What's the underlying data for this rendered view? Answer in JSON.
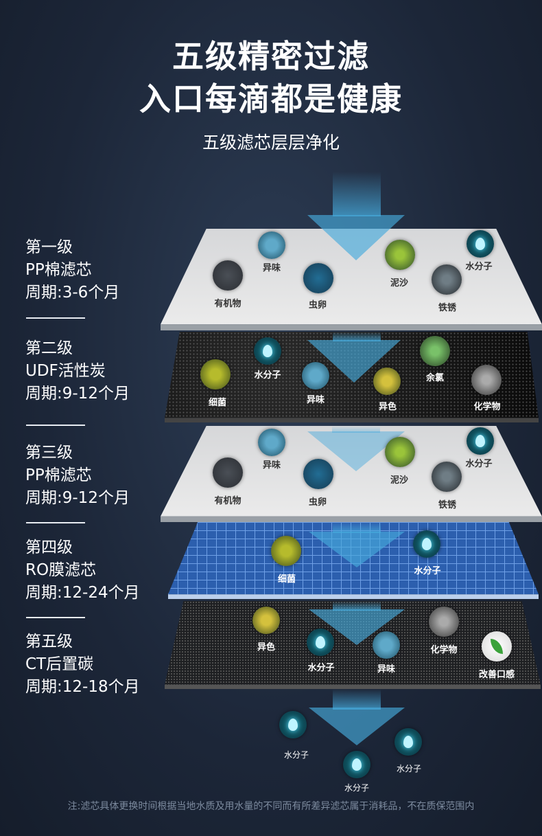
{
  "header": {
    "title_line1": "五级精密过滤",
    "title_line2": "入口每滴都是健康",
    "subtitle": "五级滤芯层层净化"
  },
  "stages": [
    {
      "level": "第一级",
      "name": "PP棉滤芯",
      "cycle": "周期:3-6个月"
    },
    {
      "level": "第二级",
      "name": "UDF活性炭",
      "cycle": "周期:9-12个月"
    },
    {
      "level": "第三级",
      "name": "PP棉滤芯",
      "cycle": "周期:9-12个月"
    },
    {
      "level": "第四级",
      "name": "RO膜滤芯",
      "cycle": "周期:12-24个月"
    },
    {
      "level": "第五级",
      "name": "CT后置碳",
      "cycle": "周期:12-18个月"
    }
  ],
  "layers": [
    {
      "items": [
        "异味",
        "水分子",
        "有机物",
        "虫卵",
        "泥沙",
        "铁锈"
      ]
    },
    {
      "items": [
        "水分子",
        "细菌",
        "异味",
        "异色",
        "余氯",
        "化学物"
      ]
    },
    {
      "items": [
        "异味",
        "水分子",
        "有机物",
        "虫卵",
        "泥沙",
        "铁锈"
      ]
    },
    {
      "items": [
        "细菌",
        "水分子"
      ]
    },
    {
      "items": [
        "异色",
        "水分子",
        "异味",
        "化学物",
        "改善口感"
      ]
    }
  ],
  "output": {
    "items": [
      "水分子",
      "水分子",
      "水分子"
    ]
  },
  "footer_note": "注:滤芯具体更换时间根据当地水质及用水量的不同而有所差异滤芯属于消耗品，不在质保范围内"
}
